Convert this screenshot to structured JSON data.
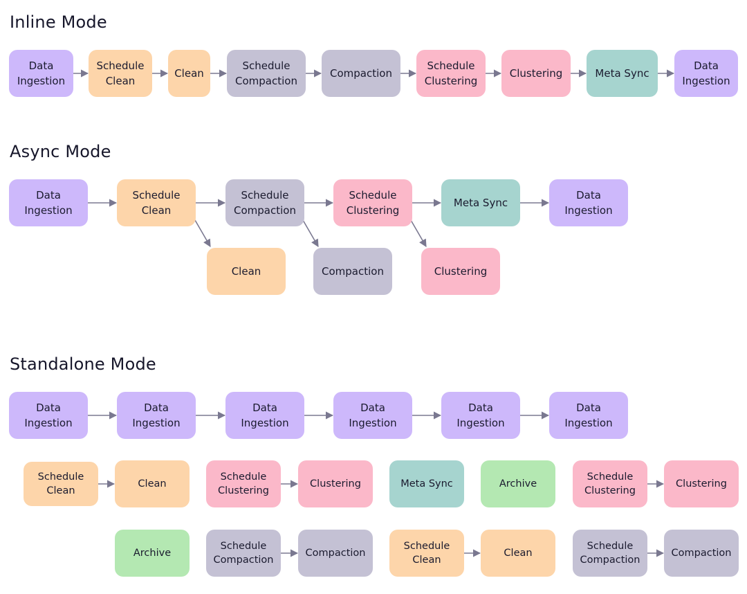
{
  "titles": {
    "inline": "Inline Mode",
    "async": "Async Mode",
    "standalone": "Standalone Mode"
  },
  "colors": {
    "purple": "#cdb8fb",
    "orange": "#fdd5aa",
    "gray": "#c4c1d4",
    "pink": "#fbb8c9",
    "teal": "#a6d4cf",
    "green": "#b4e8b2",
    "arrow": "#7a7890"
  },
  "inline": [
    {
      "label": "Data\nIngestion",
      "color": "purple"
    },
    {
      "label": "Schedule\nClean",
      "color": "orange"
    },
    {
      "label": "Clean",
      "color": "orange"
    },
    {
      "label": "Schedule\nCompaction",
      "color": "gray"
    },
    {
      "label": "Compaction",
      "color": "gray"
    },
    {
      "label": "Schedule\nClustering",
      "color": "pink"
    },
    {
      "label": "Clustering",
      "color": "pink"
    },
    {
      "label": "Meta Sync",
      "color": "teal"
    },
    {
      "label": "Data\nIngestion",
      "color": "purple"
    }
  ],
  "async": {
    "main": [
      {
        "label": "Data\nIngestion",
        "color": "purple"
      },
      {
        "label": "Schedule\nClean",
        "color": "orange"
      },
      {
        "label": "Schedule\nCompaction",
        "color": "gray"
      },
      {
        "label": "Schedule\nClustering",
        "color": "pink"
      },
      {
        "label": "Meta Sync",
        "color": "teal"
      },
      {
        "label": "Data\nIngestion",
        "color": "purple"
      }
    ],
    "branches": [
      {
        "label": "Clean",
        "color": "orange"
      },
      {
        "label": "Compaction",
        "color": "gray"
      },
      {
        "label": "Clustering",
        "color": "pink"
      }
    ]
  },
  "standalone": {
    "ingestion": [
      {
        "label": "Data\nIngestion",
        "color": "purple"
      },
      {
        "label": "Data\nIngestion",
        "color": "purple"
      },
      {
        "label": "Data\nIngestion",
        "color": "purple"
      },
      {
        "label": "Data\nIngestion",
        "color": "purple"
      },
      {
        "label": "Data\nIngestion",
        "color": "purple"
      },
      {
        "label": "Data\nIngestion",
        "color": "purple"
      }
    ],
    "row1": [
      {
        "label": "Schedule\nClean",
        "color": "orange"
      },
      {
        "label": "Clean",
        "color": "orange"
      },
      {
        "label": "Schedule\nClustering",
        "color": "pink"
      },
      {
        "label": "Clustering",
        "color": "pink"
      },
      {
        "label": "Meta Sync",
        "color": "teal"
      },
      {
        "label": "Archive",
        "color": "green"
      },
      {
        "label": "Schedule\nClustering",
        "color": "pink"
      },
      {
        "label": "Clustering",
        "color": "pink"
      }
    ],
    "row2": [
      {
        "label": "Archive",
        "color": "green"
      },
      {
        "label": "Schedule\nCompaction",
        "color": "gray"
      },
      {
        "label": "Compaction",
        "color": "gray"
      },
      {
        "label": "Schedule\nClean",
        "color": "orange"
      },
      {
        "label": "Clean",
        "color": "orange"
      },
      {
        "label": "Schedule\nCompaction",
        "color": "gray"
      },
      {
        "label": "Compaction",
        "color": "gray"
      }
    ]
  }
}
